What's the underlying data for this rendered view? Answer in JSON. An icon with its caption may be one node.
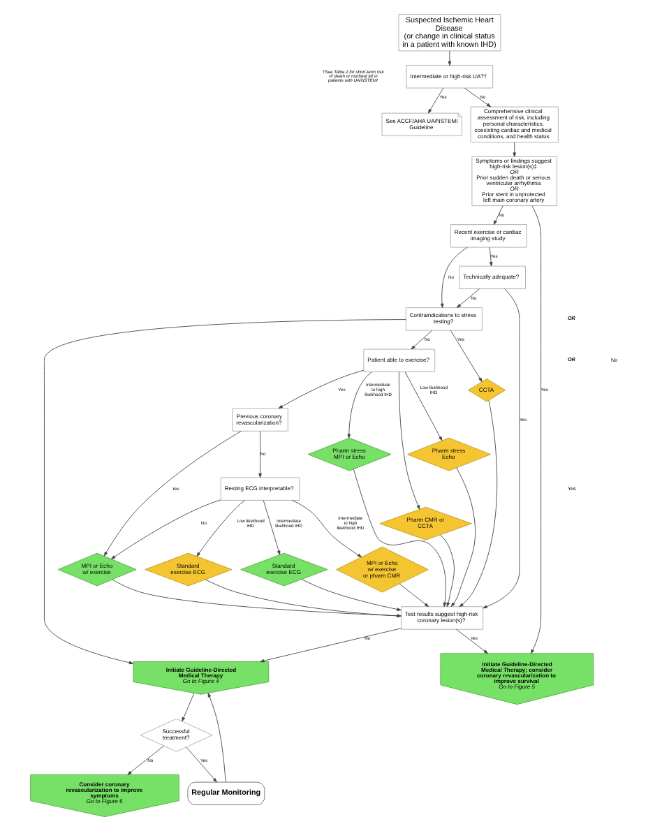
{
  "diagram": {
    "nodes": [
      {
        "text": [
          "Suspected Ischemic Heart Disease",
          "(or change in clinical status in a patient with known IHD)"
        ]
      },
      {
        "text": [
          "Intermediate or high-risk UA?†"
        ]
      },
      {
        "text": [
          "See ACCF/AHA UA/NSTEMI Guideline"
        ]
      },
      {
        "text": [
          "Comprehensive clinical assessment of risk, including personal characteristics, coexisting cardiac and medical conditions, and health status"
        ]
      },
      {
        "text": [
          "Symptoms or findings suggest high-risk lesion(s)‡",
          "OR",
          "Prior sudden death or serious ventricular arrhythmia",
          "OR",
          "Prior stent in unprotected left main coronary artery"
        ]
      },
      {
        "text": [
          "Recent exercise or cardiac imaging study"
        ]
      },
      {
        "text": [
          "Technically adequate?"
        ]
      },
      {
        "text": [
          "Contraindications to stress testing?"
        ]
      },
      {
        "text": [
          "Patient able to exercise?"
        ]
      },
      {
        "text": [
          "Previous coronary revascularization?"
        ]
      },
      {
        "text": [
          "Resting ECG interpretable?"
        ]
      },
      {
        "text": [
          "MPI or Echo w/ exercise"
        ]
      },
      {
        "text": [
          "Pharm stress MPI or Echo"
        ]
      },
      {
        "text": [
          "Pharm CMR or CCTA"
        ]
      },
      {
        "text": [
          "Pharm stress Echo"
        ]
      },
      {
        "text": [
          "Standard exercise ECG"
        ]
      },
      {
        "text": [
          "Standard exercise ECG"
        ]
      },
      {
        "text": [
          "MPI or Echo w/ exercise or pharm CMR"
        ]
      },
      {
        "text": [
          "CCTA"
        ]
      },
      {
        "text": [
          "Test results suggest high-risk coronary lesion(s)?"
        ]
      },
      {
        "text": [
          "Initiate Guideline-Directed Medical Therapy",
          "Go to Figure 4"
        ]
      },
      {
        "text": [
          "Initiate Guideline-Directed Medical Therapy; consider coronary revascularization to improve survival",
          "Go to Figure 5"
        ]
      },
      {
        "text": [
          "Successful treatment?"
        ]
      },
      {
        "text": [
          "Regular Monitoring"
        ]
      },
      {
        "text": [
          "Consider coronary revascularization to improve symptoms",
          "Go to Figure 6"
        ]
      }
    ],
    "edges": [
      {
        "from": 0,
        "to": 1,
        "arrow": "to"
      },
      {
        "from": 1,
        "to": 2,
        "arrow": "to",
        "label": "Yes"
      },
      {
        "from": 1,
        "to": 3,
        "arrow": "to",
        "label": "No"
      },
      {
        "from": 3,
        "to": 4,
        "arrow": "to"
      },
      {
        "from": 4,
        "to": 5,
        "arrow": "to",
        "label": "No"
      },
      {
        "from": 4,
        "to": 21,
        "arrow": "to",
        "label": "Yes"
      },
      {
        "from": 5,
        "to": 6,
        "arrow": "to",
        "label": "Yes"
      },
      {
        "from": 5,
        "to": 7,
        "arrow": "to",
        "label": "No"
      },
      {
        "from": 6,
        "to": 7,
        "arrow": "to",
        "label": "No"
      },
      {
        "from": 6,
        "to": 19,
        "arrow": "to",
        "label": "Yes"
      },
      {
        "from": 7,
        "to": 18,
        "arrow": "to",
        "label": "Yes"
      },
      {
        "from": 7,
        "to": 20,
        "arrow": "to"
      },
      {
        "from": 7,
        "to": 8,
        "arrow": "to",
        "label": "No"
      },
      {
        "from": 8,
        "to": 14,
        "arrow": "to",
        "label": "Low likelihood IHD"
      },
      {
        "from": 8,
        "to": 12,
        "arrow": "to",
        "label": "Intermediate to high likelihood IHD"
      },
      {
        "from": 8,
        "to": 13,
        "arrow": "to"
      },
      {
        "from": 8,
        "to": 9,
        "arrow": "to",
        "label": "Yes"
      },
      {
        "from": 9,
        "to": 11,
        "arrow": "to",
        "label": "Yes"
      },
      {
        "from": 9,
        "to": 10,
        "arrow": "to",
        "label": "No"
      },
      {
        "from": 10,
        "to": 11,
        "arrow": "to",
        "label": "No"
      },
      {
        "from": 10,
        "to": 15,
        "arrow": "to",
        "label": "Low likelihood IHD"
      },
      {
        "from": 10,
        "to": 16,
        "arrow": "to",
        "label": "Intermediate likelihood IHD"
      },
      {
        "from": 10,
        "to": 17,
        "arrow": "to",
        "label": "Intermediate to high likelihood IHD"
      },
      {
        "from": 14,
        "to": 19,
        "arrow": "to"
      },
      {
        "from": 12,
        "to": 19,
        "arrow": "to"
      },
      {
        "from": 13,
        "to": 19,
        "arrow": "to"
      },
      {
        "from": 11,
        "to": 19,
        "arrow": "to"
      },
      {
        "from": 15,
        "to": 19,
        "arrow": "to"
      },
      {
        "from": 16,
        "to": 19,
        "arrow": "to"
      },
      {
        "from": 17,
        "to": 19,
        "arrow": "to"
      },
      {
        "from": 18,
        "to": 19,
        "arrow": "to"
      },
      {
        "from": 19,
        "to": 21,
        "arrow": "to",
        "label": "Yes"
      },
      {
        "from": 19,
        "to": 20,
        "arrow": "to",
        "label": "No"
      },
      {
        "from": 20,
        "to": 22,
        "arrow": "to"
      },
      {
        "from": 22,
        "to": 23,
        "arrow": "to",
        "label": "Yes"
      },
      {
        "from": 22,
        "to": 24,
        "arrow": "to",
        "label": "No"
      },
      {
        "from": 23,
        "to": 20,
        "arrow": "to"
      }
    ],
    "labels": [
      "†See Table 2 for short-term risk of death or nonfatal MI in patients with UA/NSTEMI",
      "OR",
      "No",
      "OR",
      "Yes"
    ]
  }
}
